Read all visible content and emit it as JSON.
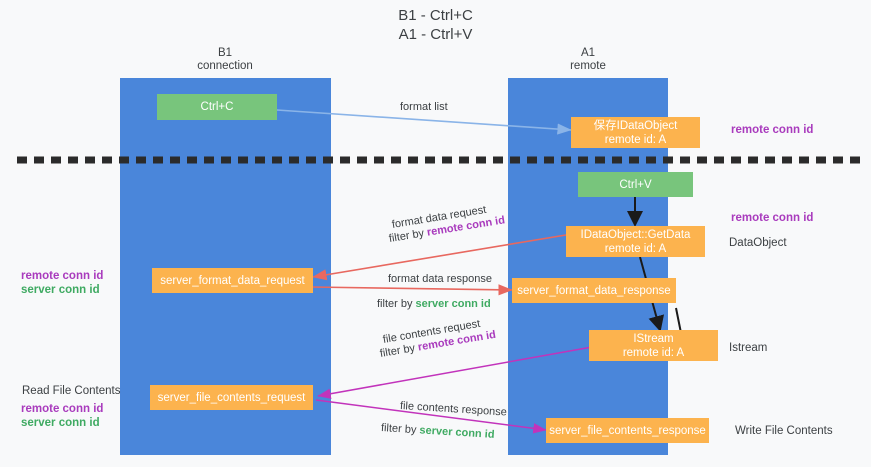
{
  "diagram": {
    "title": "B1 - Ctrl+C\nA1 - Ctrl+V",
    "colors": {
      "lane": "#4a86da",
      "green_node": "#78c57c",
      "orange_node": "#fcb34e",
      "purple_text": "#a93bbd",
      "green_text": "#3faa62",
      "dark_text": "#3c4043",
      "blue_arrow": "#8ab4e8",
      "red_arrow": "#e8685f",
      "magenta_arrow": "#c233bb",
      "black_arrow": "#1a1a1a",
      "background": "#f8f9fa"
    },
    "lanes": [
      {
        "id": "lane-b1",
        "header": "B1\nconnection"
      },
      {
        "id": "lane-a1",
        "header": "A1\nremote"
      }
    ],
    "nodes": {
      "ctrl_c": "Ctrl+C",
      "ctrl_v": "Ctrl+V",
      "save_dataobject": "保存IDataObject\nremote id: A",
      "getdata": "IDataObject::GetData\nremote id: A",
      "istream": "IStream\nremote id: A",
      "server_format_data_request": "server_format_data_request",
      "server_format_data_response": "server_format_data_response",
      "server_file_contents_request": "server_file_contents_request",
      "server_file_contents_response": "server_file_contents_response"
    },
    "edge_labels": {
      "format_list": "format list",
      "format_data_request": "format data request",
      "format_data_request_filter_prefix": "filter by ",
      "format_data_request_filter_key": "remote conn id",
      "format_data_response": "format data response",
      "format_data_response_filter_prefix": "filter by ",
      "format_data_response_filter_key": "server conn id",
      "file_contents_request": "file contents request",
      "file_contents_request_filter_prefix": "filter by ",
      "file_contents_request_filter_key": "remote conn id",
      "file_contents_response": "file contents response",
      "file_contents_response_filter_prefix": "filter by ",
      "file_contents_response_filter_key": "server conn id"
    },
    "left_annotations": {
      "conn_ids_format": {
        "remote": "remote conn id",
        "server": "server conn id"
      },
      "read_file_contents": "Read File Contents",
      "conn_ids_file": {
        "remote": "remote conn id",
        "server": "server conn id"
      }
    },
    "right_annotations": {
      "remote_conn_id_top": "remote conn id",
      "remote_conn_id_mid": "remote conn id",
      "dataobject": "DataObject",
      "istream": "Istream",
      "write_file_contents": "Write File Contents"
    }
  }
}
